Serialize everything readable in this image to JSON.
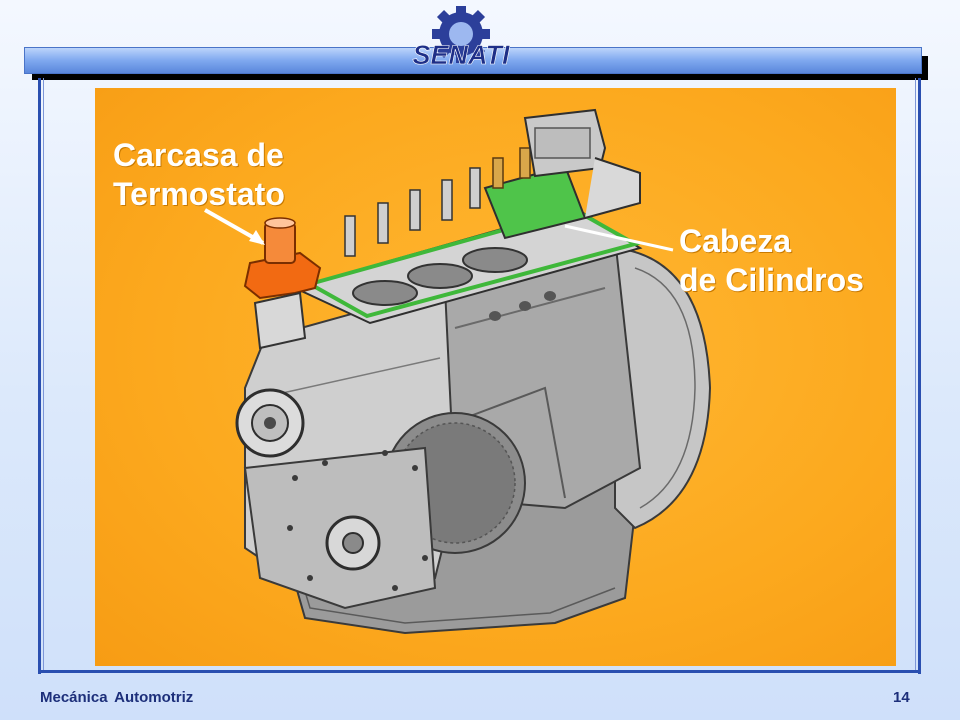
{
  "header": {
    "logo_text": "SENATI"
  },
  "figure": {
    "callout_thermostat": {
      "line1": "Carcasa de",
      "line2": "Termostato"
    },
    "callout_head": {
      "line1": "Cabeza",
      "line2": "de Cilindros"
    }
  },
  "footer": {
    "course": "Mecánica  Automotriz",
    "page_number": "14"
  },
  "colors": {
    "panel": "#fca91e",
    "thermostat_housing": "#f26a12",
    "gasket": "#3fb83a",
    "frame": "#2a4fb0",
    "footer_text": "#1d2f7a"
  }
}
